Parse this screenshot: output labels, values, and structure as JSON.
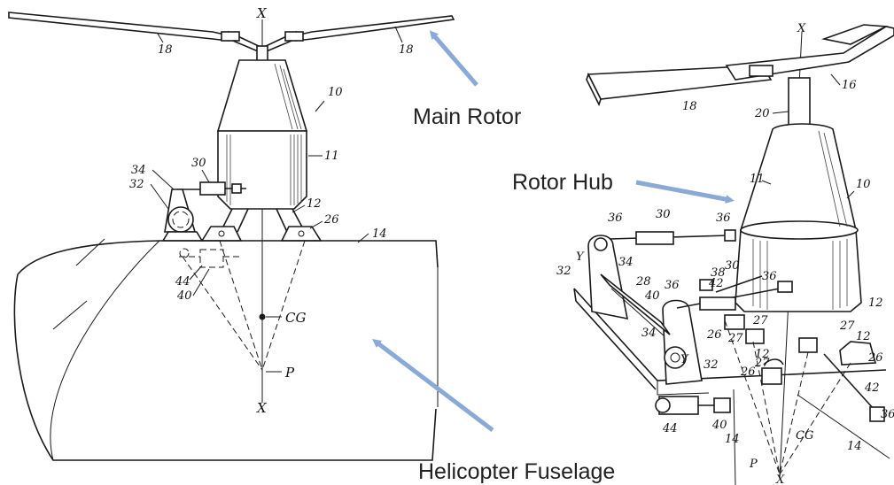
{
  "callouts": {
    "main_rotor": "Main Rotor",
    "rotor_hub": "Rotor Hub",
    "fuselage": "Helicopter Fuselage"
  },
  "colors": {
    "arrow": "#8aa9d6",
    "ink": "#1a1a1a"
  },
  "left_figure": {
    "axis_label_top": "X",
    "axis_label_bottom": "X",
    "cg": "CG",
    "pivot": "P",
    "refs": [
      "18",
      "18",
      "10",
      "11",
      "34",
      "32",
      "30",
      "12",
      "26",
      "14",
      "44",
      "40"
    ]
  },
  "right_figure": {
    "axis_label_top": "X",
    "axis_label_bottom": "X",
    "cg": "CG",
    "pivot": "P",
    "y_label": "Y",
    "refs": [
      "16",
      "18",
      "20",
      "11",
      "10",
      "36",
      "30",
      "36",
      "34",
      "32",
      "38",
      "42",
      "30",
      "36",
      "28",
      "40",
      "36",
      "12",
      "26",
      "27",
      "27",
      "27",
      "12",
      "34",
      "32",
      "12",
      "27",
      "26",
      "26",
      "42",
      "44",
      "40",
      "14",
      "14",
      "36"
    ]
  }
}
